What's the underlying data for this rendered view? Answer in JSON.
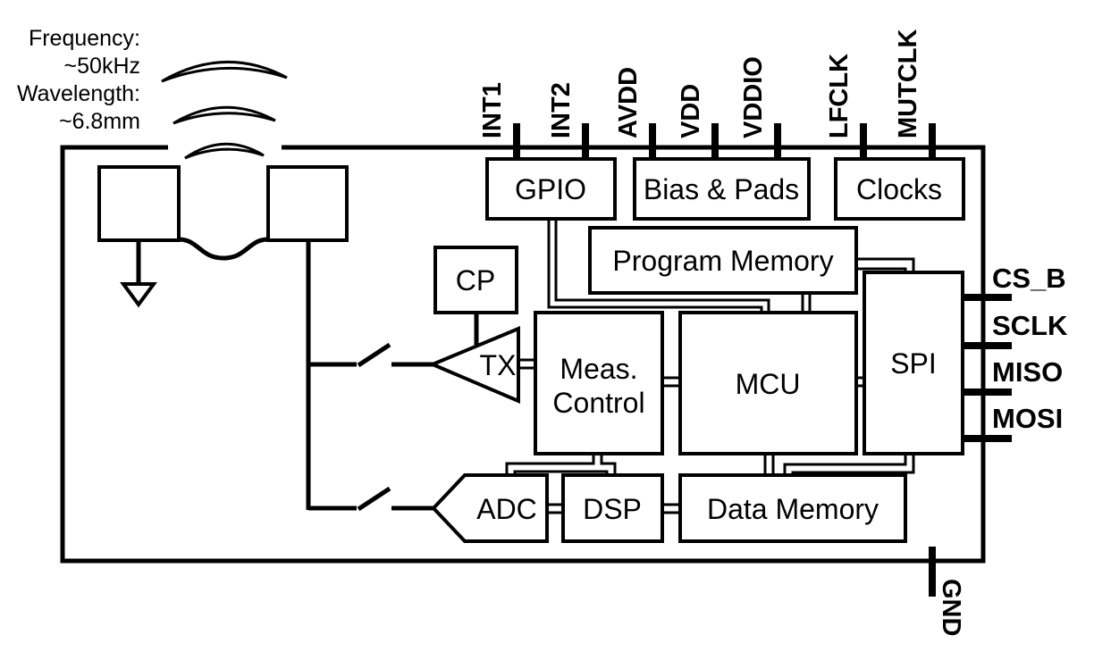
{
  "diagram": {
    "annotation": {
      "line1": "Frequency:",
      "line2": "~50kHz",
      "line3": "Wavelength:",
      "line4": "~6.8mm"
    },
    "pins": {
      "top": [
        "INT1",
        "INT2",
        "AVDD",
        "VDD",
        "VDDIO",
        "LFCLK",
        "MUTCLK"
      ],
      "right": [
        "CS_B",
        "SCLK",
        "MISO",
        "MOSI"
      ],
      "bottom": [
        "GND"
      ]
    },
    "blocks": {
      "gpio": {
        "label": "GPIO"
      },
      "bias_pads": {
        "label": "Bias & Pads"
      },
      "clocks": {
        "label": "Clocks"
      },
      "program_memory": {
        "label": "Program Memory"
      },
      "cp": {
        "label": "CP"
      },
      "tx": {
        "label": "TX"
      },
      "meas_control": {
        "line1": "Meas.",
        "line2": "Control"
      },
      "mcu": {
        "label": "MCU"
      },
      "spi": {
        "label": "SPI"
      },
      "adc": {
        "label": "ADC"
      },
      "dsp": {
        "label": "DSP"
      },
      "data_memory": {
        "label": "Data Memory"
      }
    },
    "colors": {
      "ink": "#000000",
      "background": "#ffffff"
    }
  }
}
